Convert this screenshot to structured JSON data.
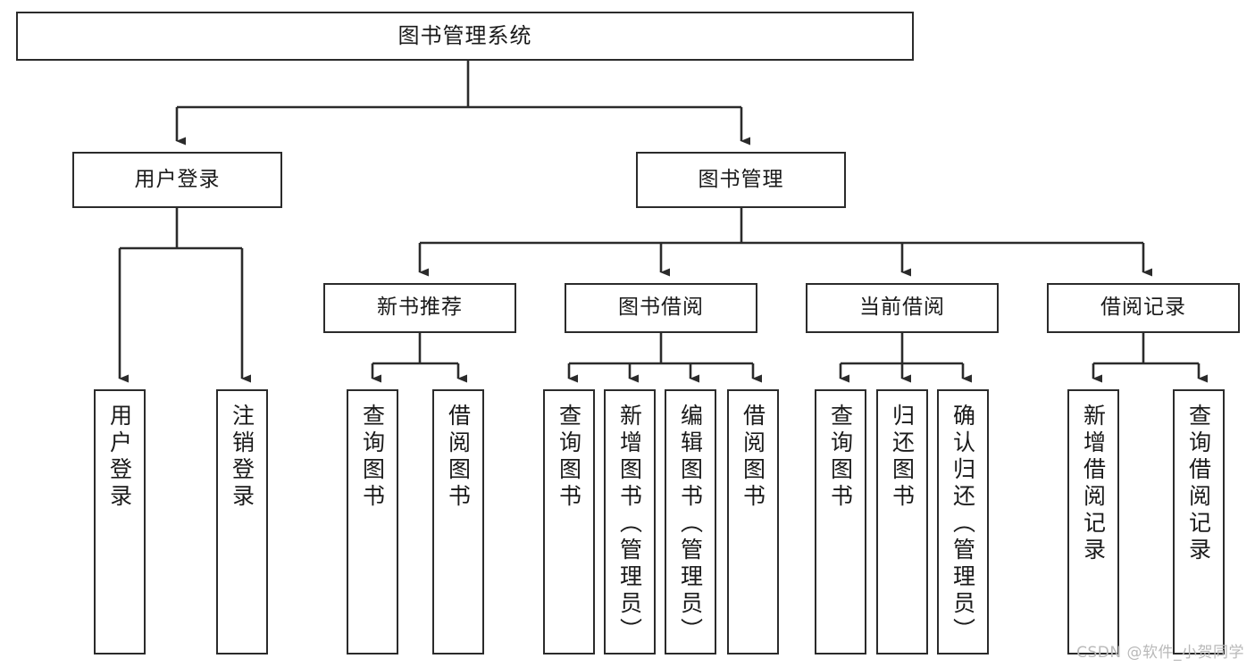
{
  "diagram": {
    "title": "图书管理系统",
    "type": "tree-structure-chart",
    "colors": {
      "box_border": "#2b2b2b",
      "box_fill": "#ffffff",
      "connector": "#2b2b2b",
      "text": "#1a1a1a",
      "watermark": "#b9b9b9"
    }
  },
  "watermark": {
    "text": "CSDN @软件_小贺同学"
  },
  "nodes": {
    "root": {
      "label": "图书管理系统"
    },
    "level2": [
      {
        "label": "用户登录"
      },
      {
        "label": "图书管理"
      }
    ],
    "level3": [
      {
        "label": "新书推荐"
      },
      {
        "label": "图书借阅"
      },
      {
        "label": "当前借阅"
      },
      {
        "label": "借阅记录"
      }
    ],
    "leaves": {
      "user_login": [
        {
          "label": "用户登录"
        },
        {
          "label": "注销登录"
        }
      ],
      "new_book_recommend": [
        {
          "label": "查询图书"
        },
        {
          "label": "借阅图书"
        }
      ],
      "book_borrow": [
        {
          "label": "查询图书"
        },
        {
          "label": "新增图书（管理员）"
        },
        {
          "label": "编辑图书（管理员）"
        },
        {
          "label": "借阅图书"
        }
      ],
      "current_borrow": [
        {
          "label": "查询图书"
        },
        {
          "label": "归还图书"
        },
        {
          "label": "确认归还（管理员）"
        }
      ],
      "borrow_records": [
        {
          "label": "新增借阅记录"
        },
        {
          "label": "查询借阅记录"
        }
      ]
    }
  }
}
